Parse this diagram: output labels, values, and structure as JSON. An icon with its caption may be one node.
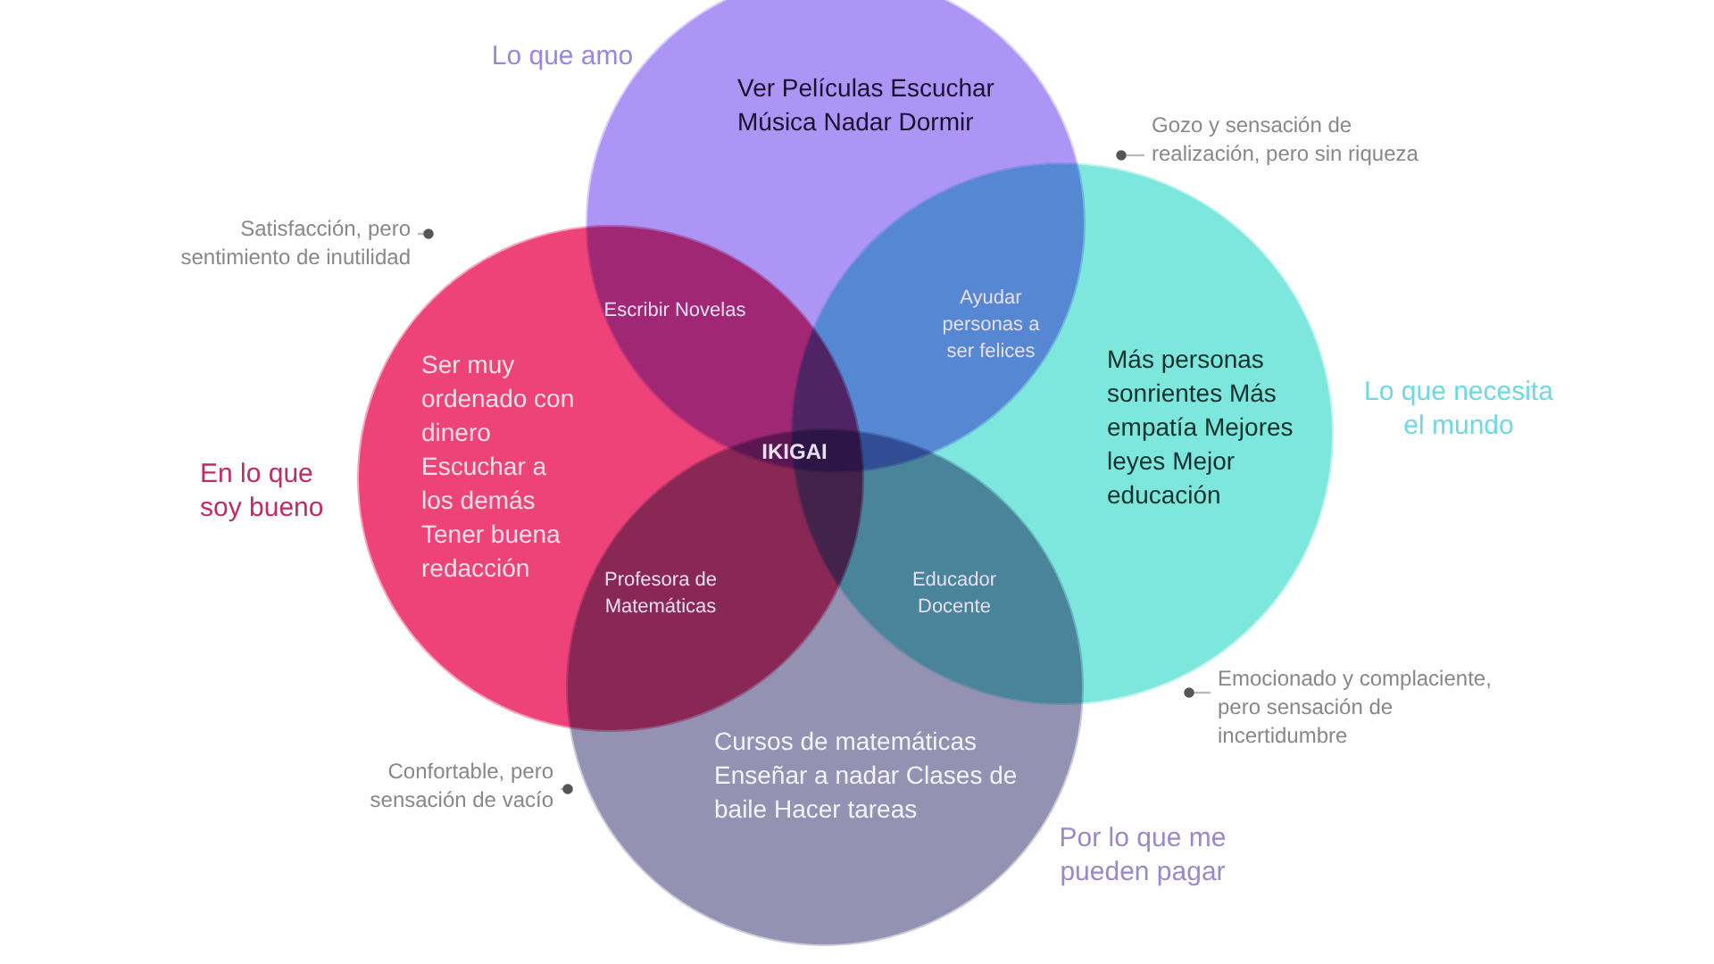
{
  "diagram": {
    "nodes": [
      {
        "text": [
          "Lo que amo",
          "Ver Películas Escuchar Música Nadar Dormir"
        ]
      },
      {
        "text": [
          "En lo que soy bueno",
          "Ser muy ordenado con dinero Escuchar a los demás Tener buena redacción"
        ]
      },
      {
        "text": [
          "Más personas sonrientes Más empatía Mejores leyes Mejor educación",
          "Lo que necesita el mundo"
        ]
      },
      {
        "text": [
          "Por lo que me pueden pagar",
          "Cursos de matemáticas Enseñar a nadar Clases de baile Hacer tareas"
        ]
      },
      {
        "text": [
          "Escribir Novelas"
        ]
      },
      {
        "text": [
          "Ayudar personas a ser felices"
        ]
      },
      {
        "text": [
          "IKIGAI"
        ]
      },
      {
        "text": [
          "Profesora de Matemáticas"
        ]
      },
      {
        "text": [
          "Educador Docente"
        ]
      },
      {
        "text": [
          "Satisfacción, pero sentimiento de inutilidad"
        ]
      },
      {
        "text": [
          "Gozo y sensación de realización, pero sin riqueza"
        ]
      },
      {
        "text": [
          "Emocionado y complaciente, pero sensación de incertidumbre"
        ]
      },
      {
        "text": [
          "Confortable, pero sensación de vacío"
        ]
      }
    ],
    "edges": [
      {
        "from": 9,
        "to": null,
        "arrow": "other"
      },
      {
        "from": 10,
        "to": null,
        "arrow": "other"
      },
      {
        "from": 11,
        "to": null,
        "arrow": "other"
      },
      {
        "from": 12,
        "to": null,
        "arrow": "other"
      }
    ]
  }
}
